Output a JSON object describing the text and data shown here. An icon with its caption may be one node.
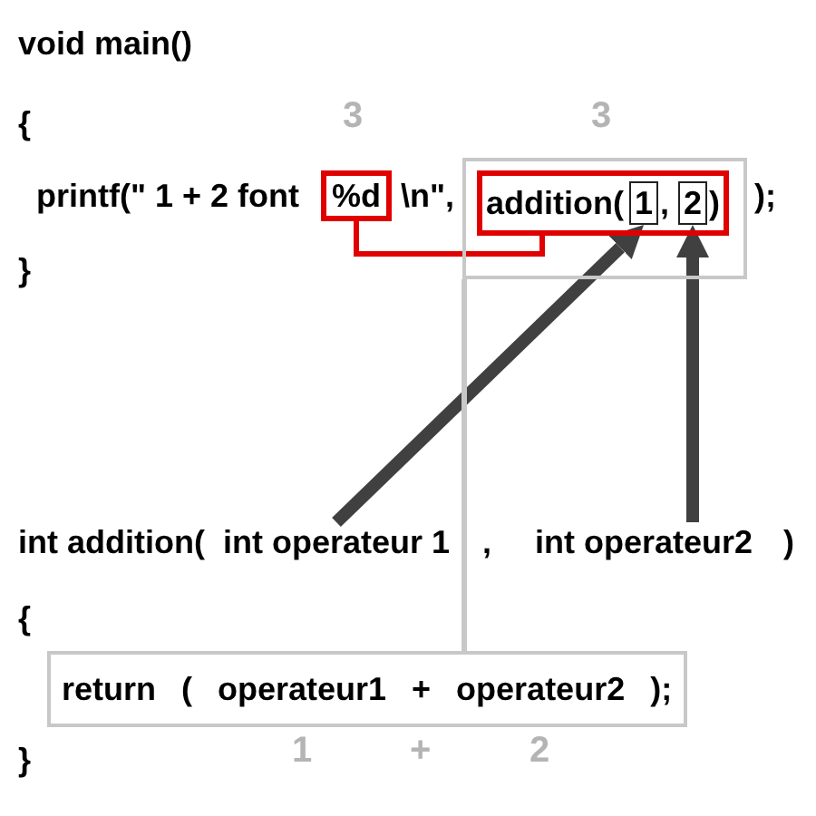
{
  "diagram": {
    "nodes": [
      {
        "text": [
          "%d"
        ]
      },
      {
        "text": [],
        "shape": "box"
      },
      {
        "text": [
          "addition(",
          ",",
          ")"
        ],
        "in": 1
      },
      {
        "text": [
          "1"
        ],
        "in": 2
      },
      {
        "text": [
          "2"
        ],
        "in": 2
      },
      {
        "text": [
          "int operateur 1"
        ]
      },
      {
        "text": [
          "int operateur2"
        ]
      },
      {
        "text": [
          "return ( operateur1 + operateur2 );"
        ]
      }
    ],
    "edges": [
      {
        "from": 0,
        "to": 2,
        "arrow": "none",
        "color": "#e00000"
      },
      {
        "from": 5,
        "to": 3,
        "arrow": "to",
        "style": "thick"
      },
      {
        "from": 6,
        "to": 4,
        "arrow": "to",
        "style": "thick"
      },
      {
        "from": 1,
        "to": 7,
        "arrow": "none",
        "color": "#c8c8c8"
      }
    ],
    "labels": [
      "void main()",
      "{",
      "3",
      "3",
      "printf(\" 1 + 2 font",
      "\\n\",",
      ");",
      "}",
      "int addition(",
      ",",
      ")",
      "{",
      "}",
      "1",
      "+",
      "2"
    ]
  }
}
